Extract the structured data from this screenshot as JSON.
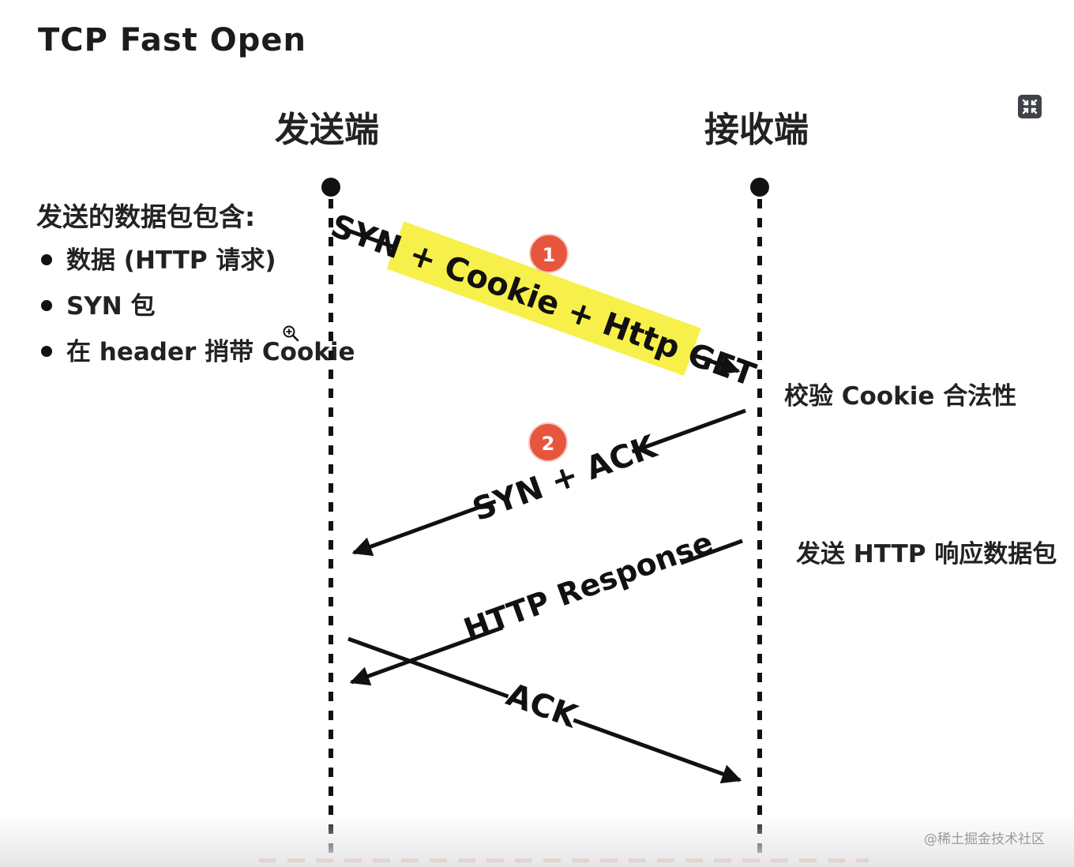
{
  "title": "TCP Fast Open",
  "columns": {
    "sender": "发送端",
    "receiver": "接收端"
  },
  "sender_notes": {
    "heading": "发送的数据包包含:",
    "items": [
      "数据 (HTTP 请求)",
      "SYN 包",
      "在 header 捎带 Cookie"
    ]
  },
  "receiver_notes": {
    "verify": "校验 Cookie 合法性",
    "send": "发送 HTTP 响应数据包"
  },
  "messages": [
    {
      "label": "SYN + Cookie + Http GET",
      "step": "1",
      "direction": "sender-to-receiver",
      "highlight": "#f7f04a"
    },
    {
      "label": "SYN + ACK",
      "step": "2",
      "direction": "receiver-to-sender"
    },
    {
      "label": "HTTP Response",
      "direction": "receiver-to-sender"
    },
    {
      "label": "ACK",
      "direction": "sender-to-receiver"
    }
  ],
  "colors": {
    "step_badge": "#e8553d",
    "lifeline": "#111111",
    "bottom_dash": "#d9452b"
  },
  "icons": {
    "fullscreen": "collapse-icon",
    "cursor": "zoom-in-icon"
  },
  "watermark": "@稀土掘金技术社区"
}
